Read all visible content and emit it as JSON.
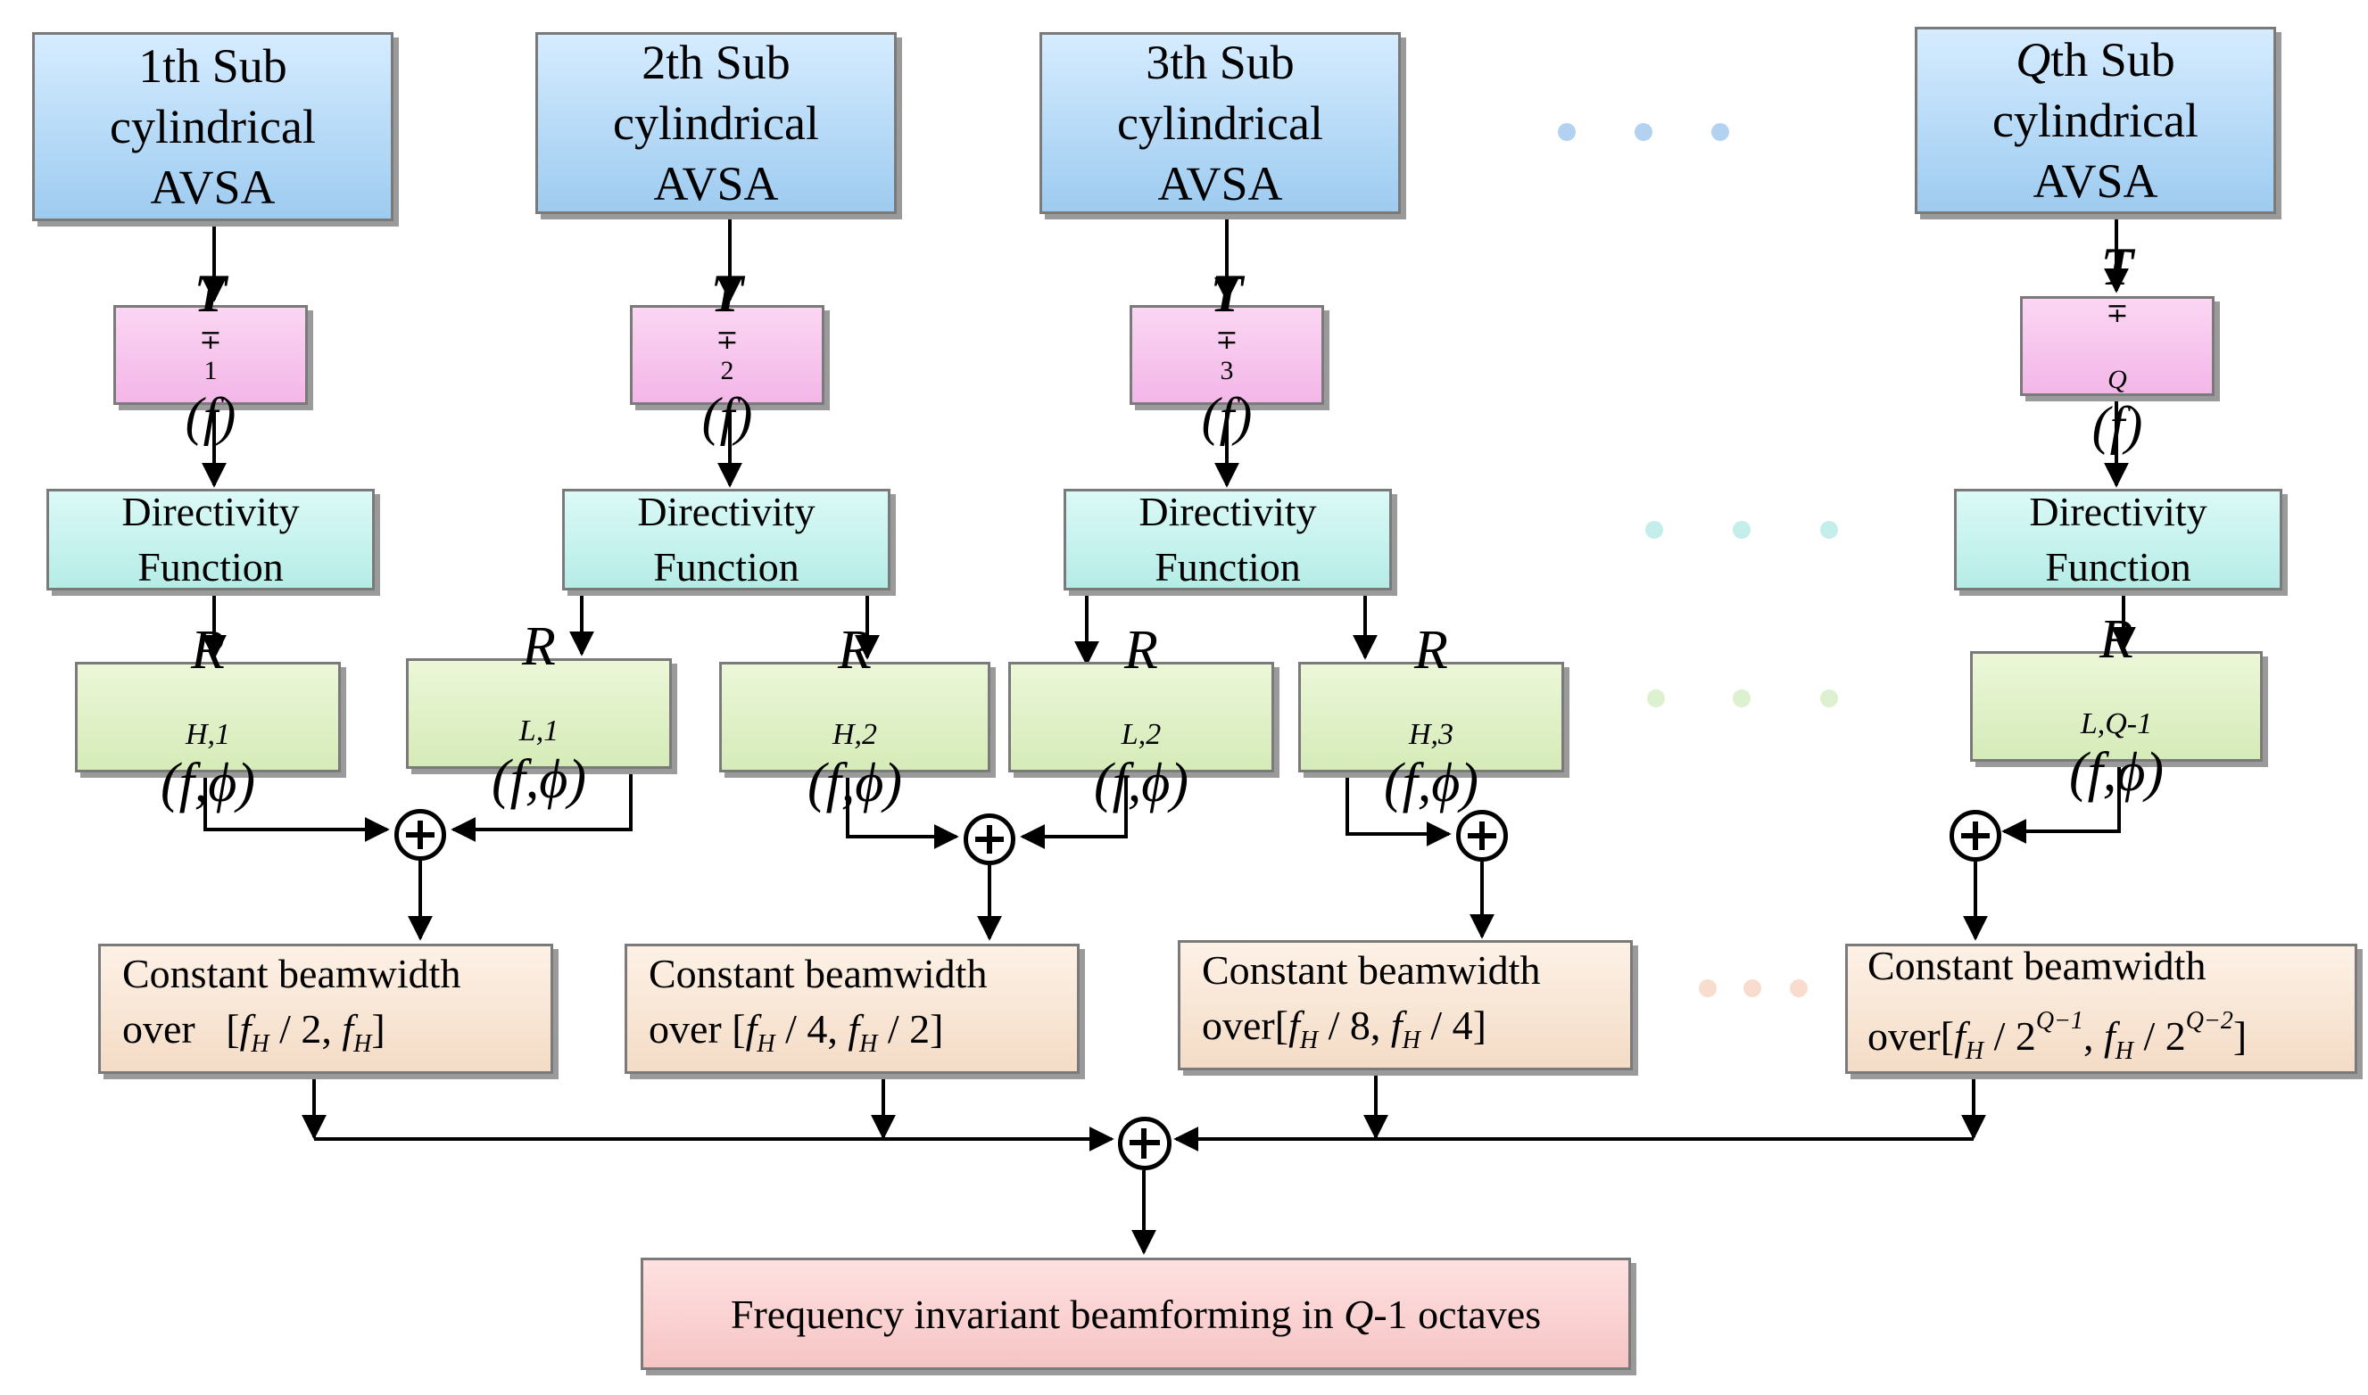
{
  "arrays": [
    {
      "ordinal": "1",
      "suffix": "th Sub",
      "line2": "cylindrical",
      "line3": "AVSA"
    },
    {
      "ordinal": "2",
      "suffix": "th Sub",
      "line2": "cylindrical",
      "line3": "AVSA"
    },
    {
      "ordinal": "3",
      "suffix": "th Sub",
      "line2": "cylindrical",
      "line3": "AVSA"
    },
    {
      "ordinal": "Q",
      "suffix": "th Sub",
      "line2": "cylindrical",
      "line3": "AVSA"
    }
  ],
  "transforms": [
    {
      "symbol": "T",
      "sub_prefix": "∓",
      "index": "1",
      "arg": "(f)"
    },
    {
      "symbol": "T",
      "sub_prefix": "∓",
      "index": "2",
      "arg": "(f)"
    },
    {
      "symbol": "T",
      "sub_prefix": "∓",
      "index": "3",
      "arg": "(f)"
    },
    {
      "symbol": "T",
      "sub_prefix": "∓",
      "index": "Q",
      "arg": "(f)"
    }
  ],
  "directivity": {
    "line1": "Directivity",
    "line2": "Function"
  },
  "responses": [
    {
      "symbol": "R",
      "sub": "H,1",
      "arg": "(f,ϕ)"
    },
    {
      "symbol": "R",
      "sub": "L,1",
      "arg": "(f,ϕ)"
    },
    {
      "symbol": "R",
      "sub": "H,2",
      "arg": "(f,ϕ)"
    },
    {
      "symbol": "R",
      "sub": "L,2",
      "arg": "(f,ϕ)"
    },
    {
      "symbol": "R",
      "sub": "H,3",
      "arg": "(f,ϕ)"
    },
    {
      "symbol": "R",
      "sub": "L,Q-1",
      "arg": "(f,ϕ)"
    }
  ],
  "beamwidth_title": "Constant beamwidth",
  "beamwidths": [
    {
      "over": "over",
      "open": "[",
      "a_var": "f",
      "a_sub": "H",
      "a_den": " / 2, ",
      "a_exp": "",
      "b_var": "f",
      "b_sub": "H",
      "b_den": "",
      "b_exp": "",
      "close": "]"
    },
    {
      "over": "over",
      "open": "[",
      "a_var": "f",
      "a_sub": "H",
      "a_den": " / 4, ",
      "a_exp": "",
      "b_var": "f",
      "b_sub": "H",
      "b_den": " / 2",
      "b_exp": "",
      "close": "]"
    },
    {
      "over": "over",
      "open": "[",
      "a_var": "f",
      "a_sub": "H",
      "a_den": " / 8, ",
      "a_exp": "",
      "b_var": "f",
      "b_sub": "H",
      "b_den": " / 4",
      "b_exp": "",
      "close": "]"
    },
    {
      "over": "over",
      "open": "[",
      "a_var": "f",
      "a_sub": "H",
      "a_den": " / 2",
      "a_exp": "Q−1",
      "a_tail": ", ",
      "b_var": "f",
      "b_sub": "H",
      "b_den": " / 2",
      "b_exp": "Q−2",
      "close": "]"
    }
  ],
  "final": {
    "prefix": "Frequency invariant beamforming in ",
    "q": "Q",
    "suffix": "-1 octaves"
  },
  "ellipsis_colors": {
    "row1": "#b3d2f2",
    "row2": "#c4eee9",
    "row3": "#ddf0cf",
    "row4": "#f8dcce"
  }
}
